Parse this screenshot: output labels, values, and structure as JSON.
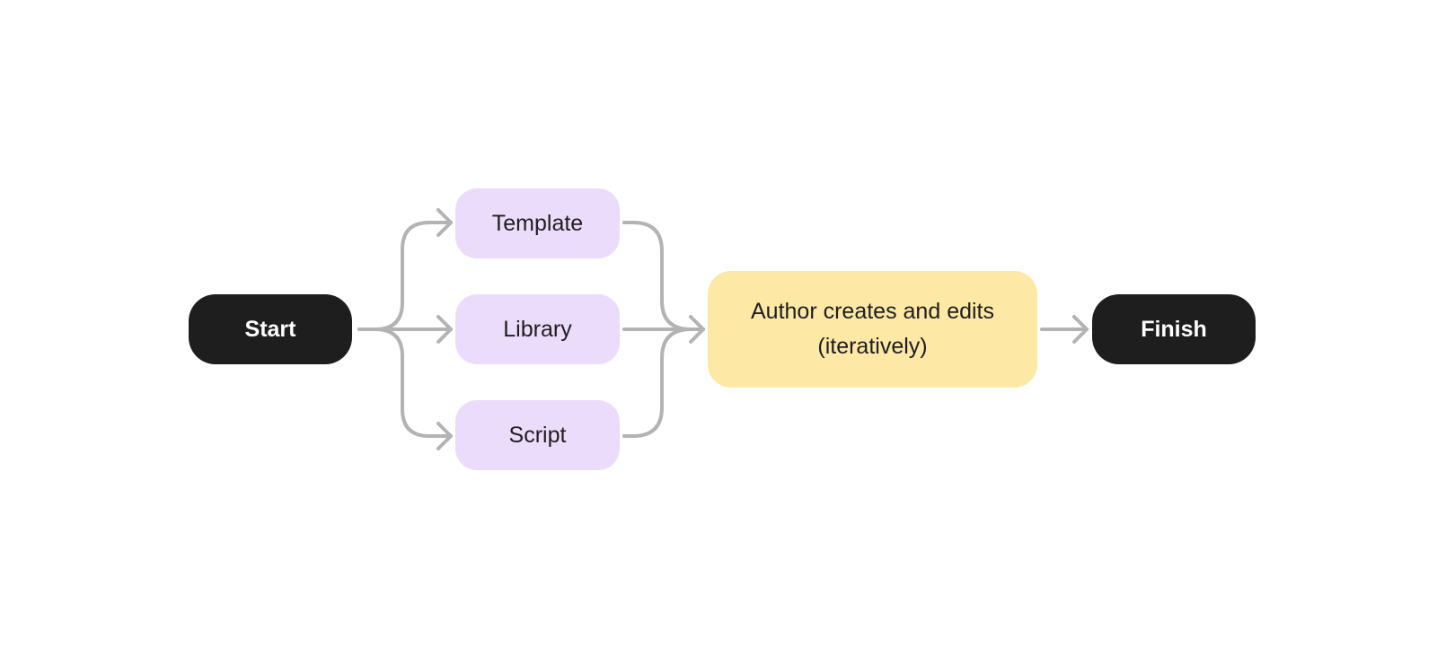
{
  "diagram": {
    "start": {
      "label": "Start"
    },
    "options": [
      {
        "label": "Template"
      },
      {
        "label": "Library"
      },
      {
        "label": "Script"
      }
    ],
    "process": {
      "line1": "Author creates and edits",
      "line2": "(iteratively)"
    },
    "finish": {
      "label": "Finish"
    }
  },
  "colors": {
    "terminal_fill": "#1e1e1e",
    "option_fill": "#ecdcfc",
    "process_fill": "#fde8a5",
    "connector": "#b3b3b3"
  }
}
